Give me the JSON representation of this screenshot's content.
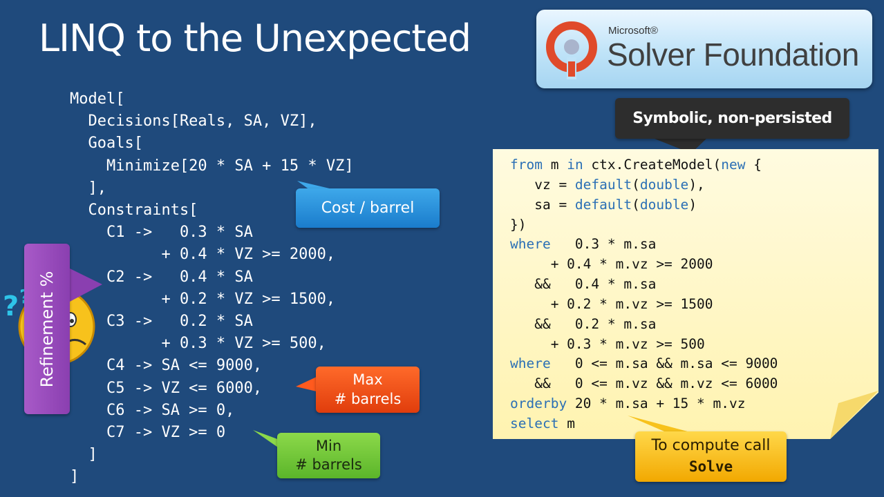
{
  "slide": {
    "title": "LINQ to the Unexpected"
  },
  "logo": {
    "vendor": "Microsoft®",
    "product": "Solver Foundation"
  },
  "model_code": "Model[\n  Decisions[Reals, SA, VZ],\n  Goals[\n    Minimize[20 * SA + 15 * VZ]\n  ],\n  Constraints[\n    C1 ->   0.3 * SA\n          + 0.4 * VZ >= 2000,\n    C2 ->   0.4 * SA\n          + 0.2 * VZ >= 1500,\n    C3 ->   0.2 * SA\n          + 0.3 * VZ >= 500,\n    C4 -> SA <= 9000,\n    C5 -> VZ <= 6000,\n    C6 -> SA >= 0,\n    C7 -> VZ >= 0\n  ]\n]",
  "callouts": {
    "cost": "Cost / barrel",
    "max_line1": "Max",
    "max_line2": "# barrels",
    "min_line1": "Min",
    "min_line2": "# barrels",
    "refinement": "Refinement %",
    "symbolic": "Symbolic, non-persisted",
    "solve_line1": "To compute call",
    "solve_keyword": "Solve"
  },
  "linq": {
    "kw_from": "from",
    "kw_in": "in",
    "kw_new": "new",
    "kw_default": "default",
    "kw_double": "double",
    "kw_where": "where",
    "kw_orderby": "orderby",
    "kw_select": "select",
    "frag_m": " m ",
    "frag_ctx": " ctx.CreateModel(",
    "frag_open": " {",
    "frag_vz": "   vz = ",
    "frag_sa": "   sa = ",
    "frag_lp": "(",
    "frag_rp_comma": "),",
    "frag_rp": ")",
    "frag_close": "})",
    "where1_a": "   0.3 * m.sa",
    "where1_b": "     + 0.4 * m.vz >= 2000",
    "where1_c": "   &&   0.4 * m.sa",
    "where1_d": "     + 0.2 * m.vz >= 1500",
    "where1_e": "   &&   0.2 * m.sa",
    "where1_f": "     + 0.3 * m.vz >= 500",
    "where2_a": "   0 <= m.sa && m.sa <= 9000",
    "where2_b": "   &&   0 <= m.vz && m.vz <= 6000",
    "orderby_expr": " 20 * m.sa + 15 * m.vz",
    "select_expr": " m"
  },
  "colors": {
    "background": "#1f4a7c",
    "cost_callout": "#2a8fdc",
    "max_callout": "#f0521a",
    "min_callout": "#74c93a",
    "refinement_callout": "#9a4ebc",
    "symbolic_callout": "#2d2d2d",
    "solve_callout": "#f7c21c",
    "note": "#fff6c4",
    "keyword": "#2a6fb5"
  },
  "icons": [
    "solver-foundation-logo-icon",
    "confused-face-icon",
    "question-mark-icon"
  ]
}
